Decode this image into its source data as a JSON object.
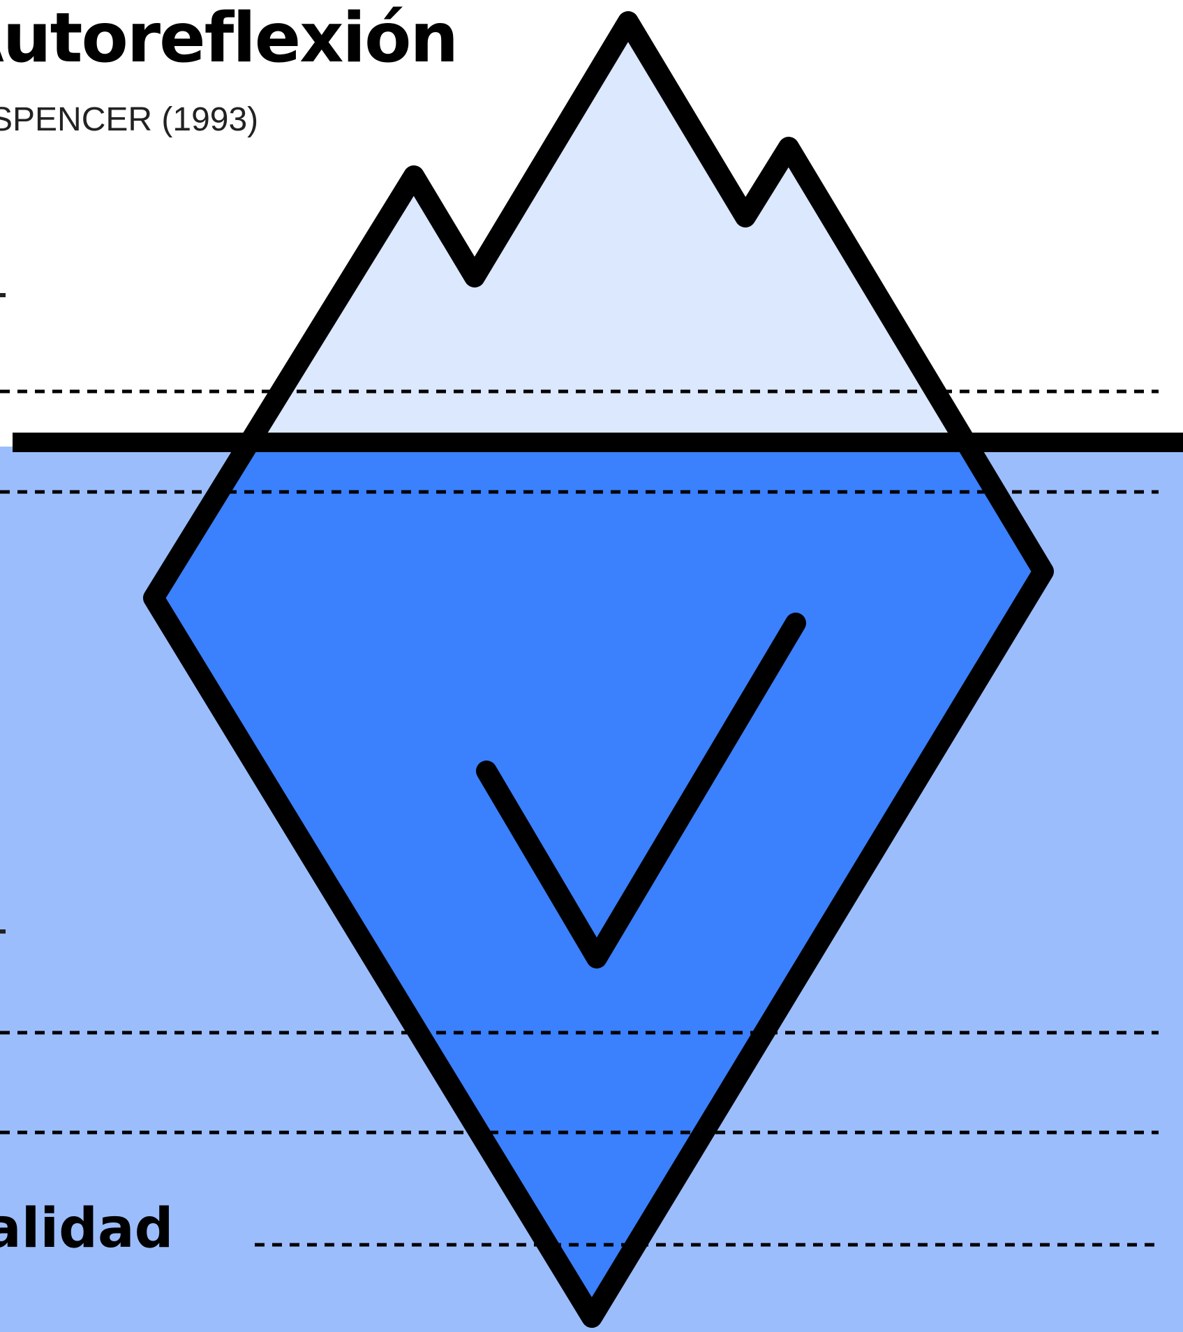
{
  "title": "Autoreflexión",
  "subtitle": "SPENCER (1993)",
  "bottom_label": "alidad",
  "colors": {
    "background": "#ffffff",
    "water": "#9cbdfb",
    "iceberg_above": "#dbe8fd",
    "iceberg_below": "#3b80fd",
    "outline": "#000000"
  },
  "icons": {
    "iceberg": "iceberg-icon",
    "check": "checkmark-icon"
  }
}
